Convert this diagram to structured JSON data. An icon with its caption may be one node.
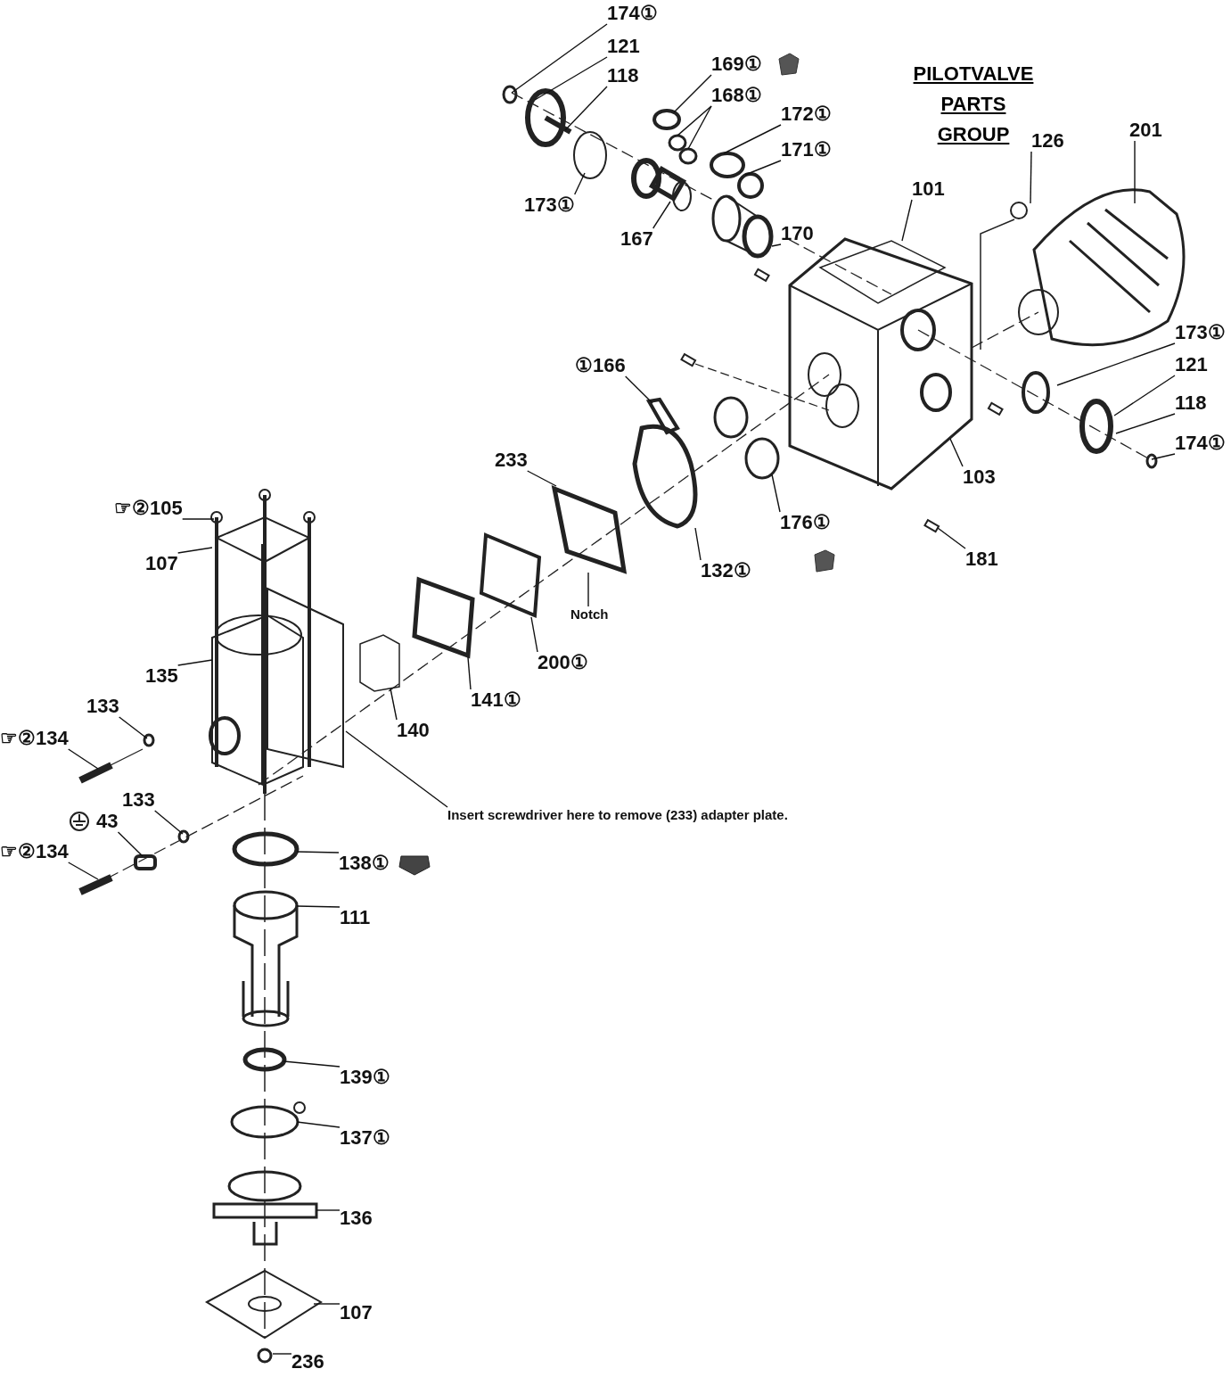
{
  "diagram": {
    "title": "PILOTVALVE PARTS GROUP",
    "nodes": [
      {
        "text": [
          "174①"
        ]
      },
      {
        "text": [
          "121"
        ]
      },
      {
        "text": [
          "118"
        ]
      },
      {
        "text": [
          "169①"
        ]
      },
      {
        "text": [
          "168①"
        ]
      },
      {
        "text": [
          "173①"
        ]
      },
      {
        "text": [
          "167"
        ]
      },
      {
        "text": [
          "172①"
        ]
      },
      {
        "text": [
          "171①"
        ]
      },
      {
        "text": [
          "170"
        ]
      },
      {
        "text": [
          "101"
        ]
      },
      {
        "text": [
          "126"
        ]
      },
      {
        "text": [
          "201"
        ]
      },
      {
        "text": [
          "173①"
        ]
      },
      {
        "text": [
          "121"
        ]
      },
      {
        "text": [
          "118"
        ]
      },
      {
        "text": [
          "174①"
        ]
      },
      {
        "text": [
          "103"
        ]
      },
      {
        "text": [
          "181"
        ]
      },
      {
        "text": [
          "①166"
        ]
      },
      {
        "text": [
          "176①"
        ]
      },
      {
        "text": [
          "132①"
        ]
      },
      {
        "text": [
          "233"
        ]
      },
      {
        "text": [
          "Notch"
        ]
      },
      {
        "text": [
          "200①"
        ]
      },
      {
        "text": [
          "141①"
        ]
      },
      {
        "text": [
          "140"
        ]
      },
      {
        "text": [
          "☞②105"
        ]
      },
      {
        "text": [
          "107"
        ]
      },
      {
        "text": [
          "135"
        ]
      },
      {
        "text": [
          "133"
        ]
      },
      {
        "text": [
          "☞②134"
        ]
      },
      {
        "text": [
          "133"
        ]
      },
      {
        "text": [
          "43"
        ]
      },
      {
        "text": [
          "☞②134"
        ]
      },
      {
        "text": [
          "Insert screwdriver here to remove (233) adapter plate."
        ]
      },
      {
        "text": [
          "138①"
        ]
      },
      {
        "text": [
          "111"
        ]
      },
      {
        "text": [
          "139①"
        ]
      },
      {
        "text": [
          "137①"
        ]
      },
      {
        "text": [
          "136"
        ]
      },
      {
        "text": [
          "107"
        ]
      },
      {
        "text": [
          "236"
        ]
      }
    ],
    "edges": [
      {
        "from": 0,
        "to": null,
        "arrow": "none"
      },
      {
        "from": 1,
        "to": null,
        "arrow": "none"
      },
      {
        "from": 2,
        "to": null,
        "arrow": "none"
      },
      {
        "from": 3,
        "to": null,
        "arrow": "none"
      },
      {
        "from": 4,
        "to": null,
        "arrow": "none"
      },
      {
        "from": 4,
        "to": null,
        "arrow": "none"
      },
      {
        "from": 5,
        "to": null,
        "arrow": "none"
      },
      {
        "from": 6,
        "to": null,
        "arrow": "none"
      },
      {
        "from": 7,
        "to": null,
        "arrow": "none"
      },
      {
        "from": 8,
        "to": null,
        "arrow": "none"
      },
      {
        "from": 9,
        "to": null,
        "arrow": "none"
      },
      {
        "from": 10,
        "to": null,
        "arrow": "none"
      },
      {
        "from": 11,
        "to": null,
        "arrow": "none"
      },
      {
        "from": 12,
        "to": null,
        "arrow": "none"
      },
      {
        "from": 13,
        "to": null,
        "arrow": "none"
      },
      {
        "from": 14,
        "to": null,
        "arrow": "none"
      },
      {
        "from": 15,
        "to": null,
        "arrow": "none"
      },
      {
        "from": 16,
        "to": null,
        "arrow": "none"
      },
      {
        "from": 17,
        "to": null,
        "arrow": "none"
      },
      {
        "from": 18,
        "to": null,
        "arrow": "none"
      },
      {
        "from": 19,
        "to": null,
        "arrow": "none"
      },
      {
        "from": 20,
        "to": null,
        "arrow": "none"
      },
      {
        "from": 21,
        "to": null,
        "arrow": "none"
      },
      {
        "from": 22,
        "to": null,
        "arrow": "none"
      },
      {
        "from": 23,
        "to": null,
        "arrow": "none"
      },
      {
        "from": 24,
        "to": null,
        "arrow": "none"
      },
      {
        "from": 25,
        "to": null,
        "arrow": "none"
      },
      {
        "from": 26,
        "to": null,
        "arrow": "none"
      },
      {
        "from": 27,
        "to": null,
        "arrow": "none"
      },
      {
        "from": 28,
        "to": null,
        "arrow": "none"
      },
      {
        "from": 29,
        "to": null,
        "arrow": "none"
      },
      {
        "from": 30,
        "to": null,
        "arrow": "none"
      },
      {
        "from": 31,
        "to": null,
        "arrow": "none"
      },
      {
        "from": 32,
        "to": null,
        "arrow": "none"
      },
      {
        "from": 33,
        "to": null,
        "arrow": "none"
      },
      {
        "from": 34,
        "to": null,
        "arrow": "none"
      },
      {
        "from": 35,
        "to": null,
        "arrow": "none"
      },
      {
        "from": 36,
        "to": null,
        "arrow": "none"
      },
      {
        "from": 37,
        "to": null,
        "arrow": "none"
      },
      {
        "from": 38,
        "to": null,
        "arrow": "none"
      },
      {
        "from": 39,
        "to": null,
        "arrow": "none"
      },
      {
        "from": 40,
        "to": null,
        "arrow": "none"
      },
      {
        "from": 41,
        "to": null,
        "arrow": "none"
      },
      {
        "from": 42,
        "to": null,
        "arrow": "none"
      }
    ]
  }
}
